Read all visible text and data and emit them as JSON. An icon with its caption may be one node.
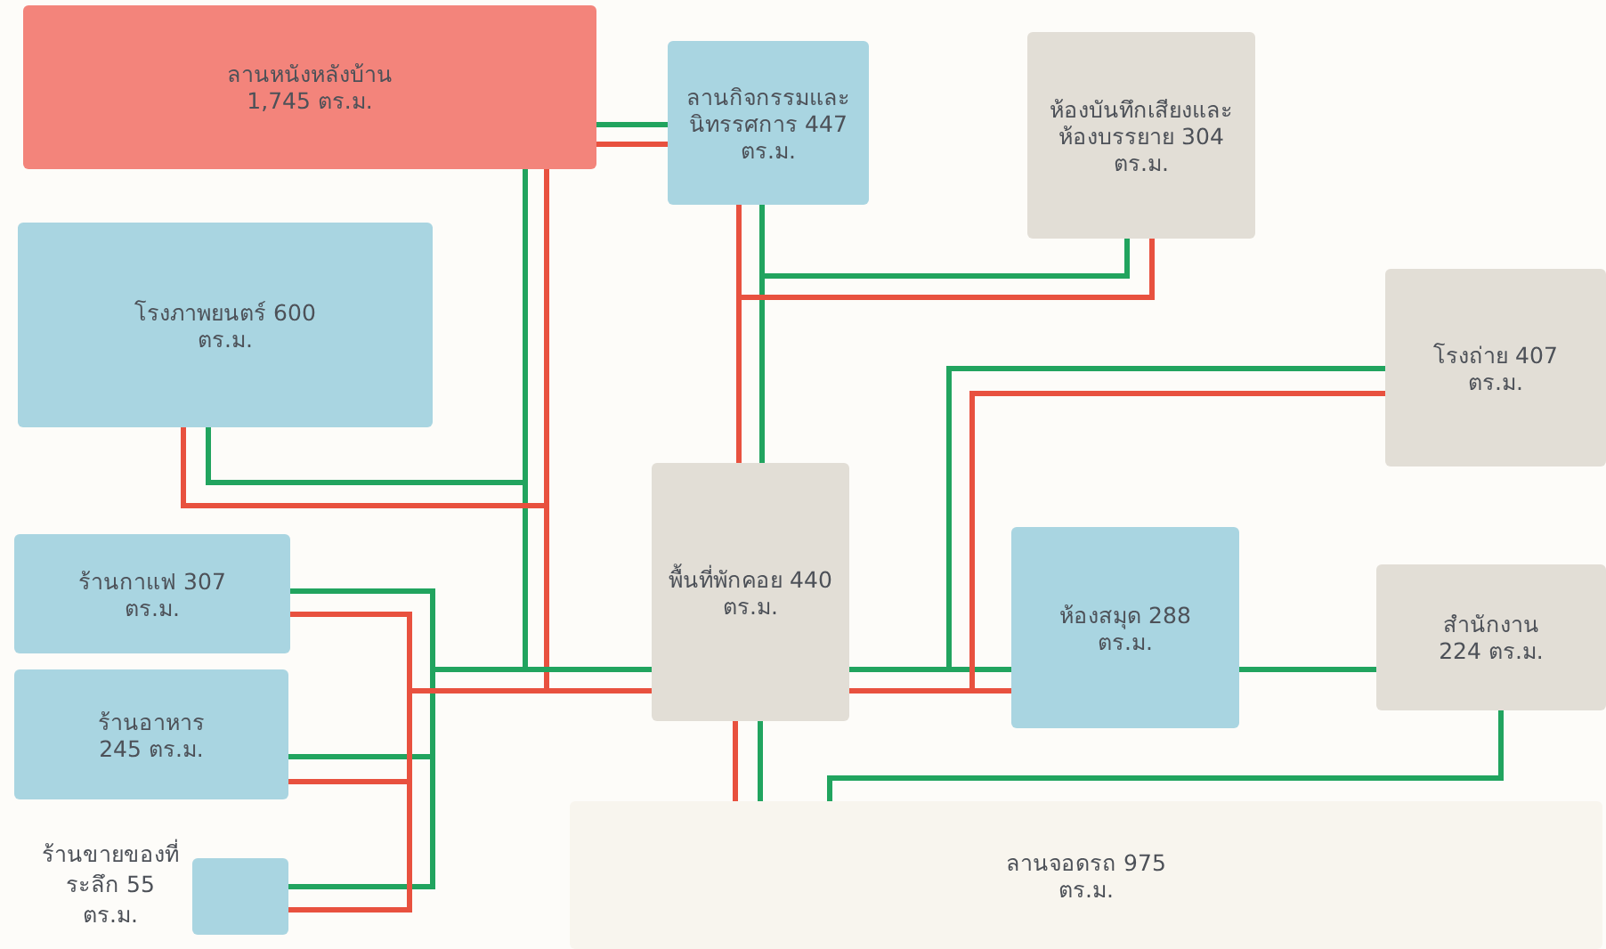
{
  "diagram": {
    "nodes": [
      {
        "text": [
          "ลานหนังหลังบ้าน 1,745 ตร.ม."
        ]
      },
      {
        "text": [
          "ลานกิจกรรมและนิทรรศการ 447 ตร.ม."
        ]
      },
      {
        "text": [
          "ห้องบันทึกเสียงและห้องบรรยาย 304 ตร.ม."
        ]
      },
      {
        "text": [
          "โรงภาพยนตร์ 600 ตร.ม."
        ]
      },
      {
        "text": [
          "โรงถ่าย 407 ตร.ม."
        ]
      },
      {
        "text": [
          "ร้านกาแฟ 307 ตร.ม."
        ]
      },
      {
        "text": [
          "พื้นที่พักคอย 440 ตร.ม."
        ]
      },
      {
        "text": [
          "ห้องสมุด 288 ตร.ม."
        ]
      },
      {
        "text": [
          "สำนักงาน 224 ตร.ม."
        ]
      },
      {
        "text": [
          "ร้านอาหาร 245 ตร.ม."
        ]
      },
      {
        "text": [],
        "shape": "box",
        "beside": [
          "ร้านขายของที่ระลึก 55 ตร.ม."
        ]
      },
      {
        "text": [
          "ลานจอดรถ 975 ตร.ม."
        ]
      }
    ],
    "edges": [
      {
        "from": 0,
        "to": 1,
        "arrow": "none",
        "color": "#21a45f"
      },
      {
        "from": 0,
        "to": 1,
        "arrow": "none",
        "color": "#e8513f"
      },
      {
        "from": 0,
        "to": 6,
        "arrow": "none",
        "color": "#21a45f"
      },
      {
        "from": 0,
        "to": 6,
        "arrow": "none",
        "color": "#e8513f"
      },
      {
        "from": 3,
        "to": 6,
        "arrow": "none",
        "color": "#21a45f"
      },
      {
        "from": 3,
        "to": 6,
        "arrow": "none",
        "color": "#e8513f"
      },
      {
        "from": 5,
        "to": 6,
        "arrow": "none",
        "color": "#21a45f"
      },
      {
        "from": 5,
        "to": 6,
        "arrow": "none",
        "color": "#e8513f"
      },
      {
        "from": 9,
        "to": 6,
        "arrow": "none",
        "color": "#21a45f"
      },
      {
        "from": 9,
        "to": 6,
        "arrow": "none",
        "color": "#e8513f"
      },
      {
        "from": 10,
        "to": 6,
        "arrow": "none",
        "color": "#21a45f"
      },
      {
        "from": 10,
        "to": 6,
        "arrow": "none",
        "color": "#e8513f"
      },
      {
        "from": 1,
        "to": 6,
        "arrow": "none",
        "color": "#21a45f"
      },
      {
        "from": 1,
        "to": 6,
        "arrow": "none",
        "color": "#e8513f"
      },
      {
        "from": 2,
        "to": 6,
        "arrow": "none",
        "color": "#21a45f"
      },
      {
        "from": 2,
        "to": 6,
        "arrow": "none",
        "color": "#e8513f"
      },
      {
        "from": 6,
        "to": 7,
        "arrow": "none",
        "color": "#21a45f"
      },
      {
        "from": 6,
        "to": 7,
        "arrow": "none",
        "color": "#e8513f"
      },
      {
        "from": 4,
        "to": 7,
        "arrow": "none",
        "color": "#21a45f"
      },
      {
        "from": 4,
        "to": 7,
        "arrow": "none",
        "color": "#e8513f"
      },
      {
        "from": 7,
        "to": 8,
        "arrow": "none",
        "color": "#21a45f"
      },
      {
        "from": 6,
        "to": 11,
        "arrow": "none",
        "color": "#21a45f"
      },
      {
        "from": 6,
        "to": 11,
        "arrow": "none",
        "color": "#e8513f"
      },
      {
        "from": 8,
        "to": 11,
        "arrow": "none",
        "color": "#21a45f"
      }
    ]
  }
}
